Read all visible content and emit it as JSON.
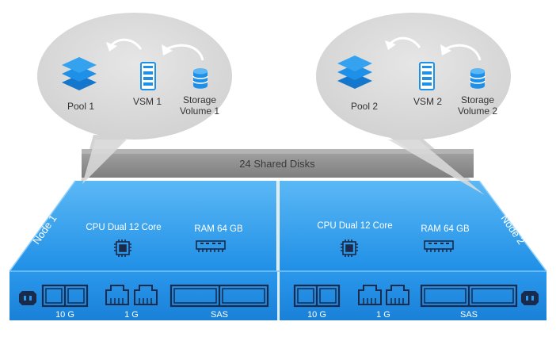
{
  "shared_disks": {
    "label": "24 Shared Disks"
  },
  "nodes": [
    {
      "name": "Node 1",
      "cpu_label": "CPU Dual 12 Core",
      "ram_label": "RAM 64 GB",
      "ports": {
        "ten_g": "10 G",
        "one_g": "1 G",
        "sas": "SAS"
      },
      "bubble": {
        "pool": "Pool 1",
        "vsm": "VSM 1",
        "storage_line1": "Storage",
        "storage_line2": "Volume 1"
      }
    },
    {
      "name": "Node 2",
      "cpu_label": "CPU Dual 12 Core",
      "ram_label": "RAM 64 GB",
      "ports": {
        "ten_g": "10 G",
        "one_g": "1 G",
        "sas": "SAS"
      },
      "bubble": {
        "pool": "Pool 2",
        "vsm": "VSM 2",
        "storage_line1": "Storage",
        "storage_line2": "Volume 2"
      }
    }
  ],
  "colors": {
    "blue": "#1e90e8",
    "blue_dark": "#1477cc",
    "bubble": "#d8d8d8",
    "disk_bar": "#8c8c8c",
    "text": "#333333"
  },
  "icons": [
    "layers-icon",
    "server-icon",
    "database-icon",
    "cpu-chip-icon",
    "ram-module-icon",
    "ethernet-port-icon",
    "power-plug-icon"
  ]
}
